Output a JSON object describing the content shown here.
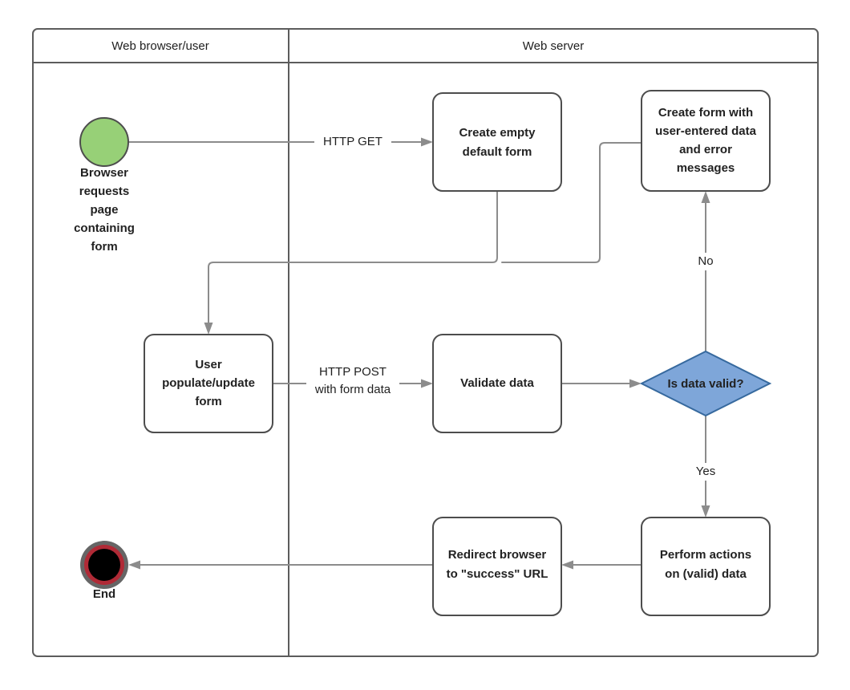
{
  "diagram": {
    "type": "activity-flowchart",
    "background": "#ffffff",
    "lanes": [
      {
        "id": "browser",
        "title": "Web browser/user"
      },
      {
        "id": "server",
        "title": "Web server"
      }
    ],
    "colors": {
      "start_fill": "#97d077",
      "start_stroke": "#4d4d4d",
      "end_outer": "#666666",
      "end_ring": "#b02a36",
      "end_center": "#000000",
      "decision_fill": "#7ea6d9",
      "decision_stroke": "#36699e",
      "node_fill": "#ffffff",
      "node_stroke": "#4d4d4d",
      "connector": "#8c8c8c",
      "frame": "#5c5c5c",
      "text": "#222222"
    },
    "nodes": [
      {
        "id": "start",
        "shape": "circle",
        "lane": "browser",
        "label": "",
        "caption": "Browser requests page containing form"
      },
      {
        "id": "create_empty",
        "shape": "rounded-rect",
        "lane": "server",
        "label": "Create empty default form"
      },
      {
        "id": "create_errors",
        "shape": "rounded-rect",
        "lane": "server",
        "label": "Create form with user-entered data and error messages"
      },
      {
        "id": "populate",
        "shape": "rounded-rect",
        "lane": "browser",
        "label": "User populate/update form"
      },
      {
        "id": "validate",
        "shape": "rounded-rect",
        "lane": "server",
        "label": "Validate data"
      },
      {
        "id": "is_valid",
        "shape": "diamond",
        "lane": "server",
        "label": "Is data valid?"
      },
      {
        "id": "perform",
        "shape": "rounded-rect",
        "lane": "server",
        "label": "Perform actions on (valid) data"
      },
      {
        "id": "redirect",
        "shape": "rounded-rect",
        "lane": "server",
        "label": "Redirect browser to \"success\" URL"
      },
      {
        "id": "end",
        "shape": "end-marker",
        "lane": "browser",
        "label": "",
        "caption": "End"
      }
    ],
    "node_text": {
      "start_caption_lines": [
        "Browser",
        "requests",
        "page",
        "containing",
        "form"
      ],
      "create_empty_lines": [
        "Create empty",
        "default form"
      ],
      "create_errors_lines": [
        "Create form with",
        "user-entered data",
        "and error",
        "messages"
      ],
      "populate_lines": [
        "User",
        "populate/update",
        "form"
      ],
      "validate_lines": [
        "Validate data"
      ],
      "is_valid_lines": [
        "Is data valid?"
      ],
      "perform_lines": [
        "Perform actions",
        "on (valid) data"
      ],
      "redirect_lines": [
        "Redirect browser",
        "to \"success\" URL"
      ],
      "end_caption": "End"
    },
    "edges": [
      {
        "id": "e_start_create",
        "from": "start",
        "to": "create_empty",
        "label": "HTTP GET"
      },
      {
        "id": "e_create_populate",
        "from": "create_empty",
        "to": "populate",
        "label": ""
      },
      {
        "id": "e_errors_populate",
        "from": "create_errors",
        "to": "populate",
        "label": ""
      },
      {
        "id": "e_populate_validate",
        "from": "populate",
        "to": "validate",
        "label": "HTTP POST with form data"
      },
      {
        "id": "e_validate_decision",
        "from": "validate",
        "to": "is_valid",
        "label": ""
      },
      {
        "id": "e_no",
        "from": "is_valid",
        "to": "create_errors",
        "label": "No"
      },
      {
        "id": "e_yes",
        "from": "is_valid",
        "to": "perform",
        "label": "Yes"
      },
      {
        "id": "e_perform_redirect",
        "from": "perform",
        "to": "redirect",
        "label": ""
      },
      {
        "id": "e_redirect_end",
        "from": "redirect",
        "to": "end",
        "label": ""
      }
    ],
    "edge_labels": {
      "http_get": "HTTP GET",
      "http_post_line1": "HTTP POST",
      "http_post_line2": "with form data",
      "no": "No",
      "yes": "Yes"
    }
  }
}
